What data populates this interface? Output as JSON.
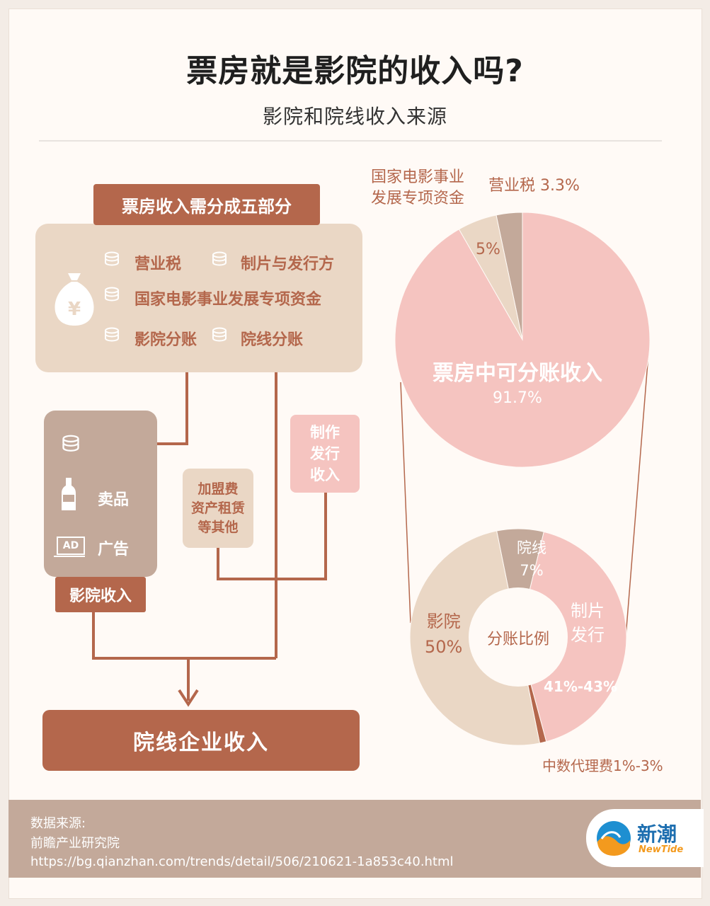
{
  "header": {
    "title": "票房就是影院的收入吗?",
    "subtitle": "影院和院线收入来源"
  },
  "box_office": {
    "title": "票房收入需分成五部分",
    "parts": [
      "营业税",
      "制片与发行方",
      "国家电影事业发展专项资金",
      "影院分账",
      "院线分账"
    ],
    "money_bag_symbol": "¥"
  },
  "cinema": {
    "items": [
      "卖品",
      "广告"
    ],
    "ad_icon_text": "AD",
    "label": "影院收入"
  },
  "production_box": {
    "lines": [
      "制作",
      "发行",
      "收入"
    ]
  },
  "other_box": {
    "lines": [
      "加盟费",
      "资产租赁",
      "等其他"
    ]
  },
  "final": {
    "label": "院线企业收入"
  },
  "pie_top": {
    "labels": {
      "fund_line1": "国家电影事业",
      "fund_line2": "发展专项资金",
      "tax": "营业税 3.3%",
      "fund_pct": "5%",
      "main": "票房中可分账收入",
      "main_pct": "91.7%"
    }
  },
  "donut": {
    "center": "分账比例",
    "labels": {
      "chain_name": "院线",
      "chain_pct": "7%",
      "prod_line1": "制片",
      "prod_line2": "发行",
      "prod_pct": "41%-43%",
      "cinema_name": "影院",
      "cinema_pct": "50%",
      "agent": "中数代理费1%-3%"
    }
  },
  "footer": {
    "source_label": "数据来源:",
    "source_name": "前瞻产业研究院",
    "source_url": "https://bg.qianzhan.com/trends/detail/506/210621-1a853c40.html",
    "brand_cn": "新潮",
    "brand_en": "NewTide"
  },
  "colors": {
    "brown": "#b4674c",
    "beige": "#ead7c5",
    "pink": "#f5c4c0",
    "taupe": "#c3a99a"
  },
  "chart_data": [
    {
      "type": "pie",
      "categories": [
        "营业税",
        "国家电影事业发展专项资金",
        "票房中可分账收入"
      ],
      "values": [
        3.3,
        5,
        91.7
      ]
    },
    {
      "type": "pie",
      "title": "分账比例",
      "categories": [
        "院线",
        "制片发行",
        "中数代理费",
        "影院"
      ],
      "values": [
        7,
        42,
        1,
        50
      ],
      "value_labels": [
        "7%",
        "41%-43%",
        "1%-3%",
        "50%"
      ]
    }
  ]
}
